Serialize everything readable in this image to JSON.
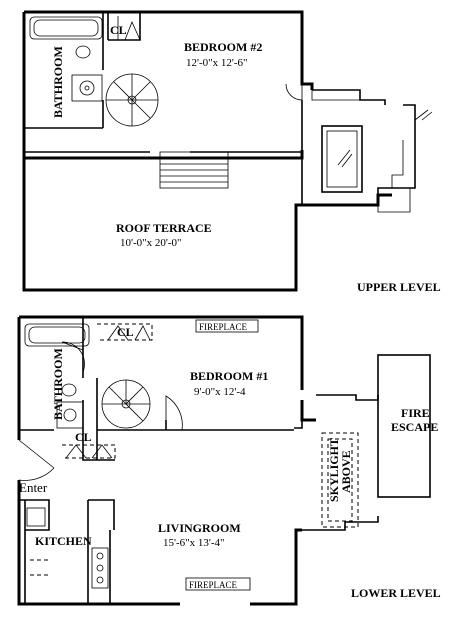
{
  "plan": {
    "upper": {
      "bedroom": {
        "name": "BEDROOM #2",
        "size": "12'-0\"x 12'-6\""
      },
      "bathroom": {
        "name": "BATHROOM"
      },
      "closet": {
        "name": "CL"
      },
      "terrace": {
        "name": "ROOF TERRACE",
        "size": "10'-0\"x 20'-0\""
      },
      "level_label": "UPPER LEVEL"
    },
    "lower": {
      "closet_top": {
        "name": "CL"
      },
      "fireplace_top": "FIREPLACE",
      "bedroom": {
        "name": "BEDROOM #1",
        "size": "9'-0\"x 12'-4"
      },
      "bathroom": {
        "name": "BATHROOM"
      },
      "closet_bottom": {
        "name": "CL"
      },
      "fire_escape": {
        "line1": "FIRE",
        "line2": "ESCAPE"
      },
      "skylight": {
        "line1": "SKYLIGHT",
        "line2": "ABOVE"
      },
      "enter": "Enter",
      "kitchen": {
        "name": "KITCHEN"
      },
      "living": {
        "name": "LIVINGROOM",
        "size": "15'-6\"x 13'-4\""
      },
      "fireplace_bottom": "FIREPLACE",
      "level_label": "LOWER LEVEL"
    }
  }
}
